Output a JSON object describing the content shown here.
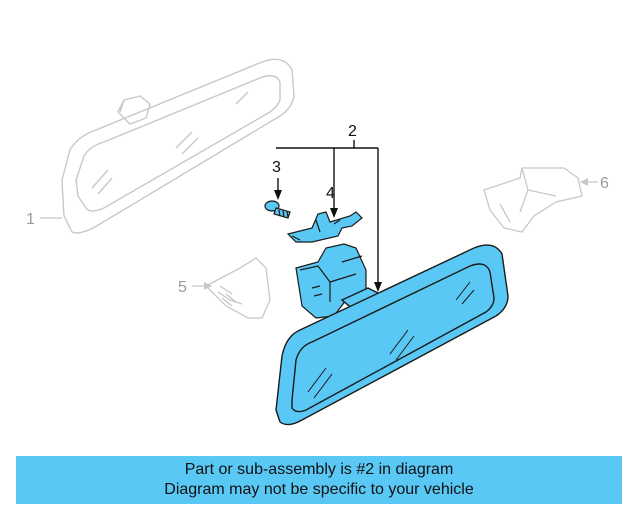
{
  "callouts": {
    "c1": "1",
    "c2": "2",
    "c3": "3",
    "c4": "4",
    "c5": "5",
    "c6": "6"
  },
  "banner": {
    "line1": "Part or sub-assembly is #2 in diagram",
    "line2": "Diagram may not be specific to your vehicle"
  },
  "colors": {
    "highlight_fill": "#5ac8f5",
    "highlight_stroke": "#1a1a1a",
    "ghost_stroke": "#c8c8c8",
    "banner_bg": "#5ac8f5"
  }
}
